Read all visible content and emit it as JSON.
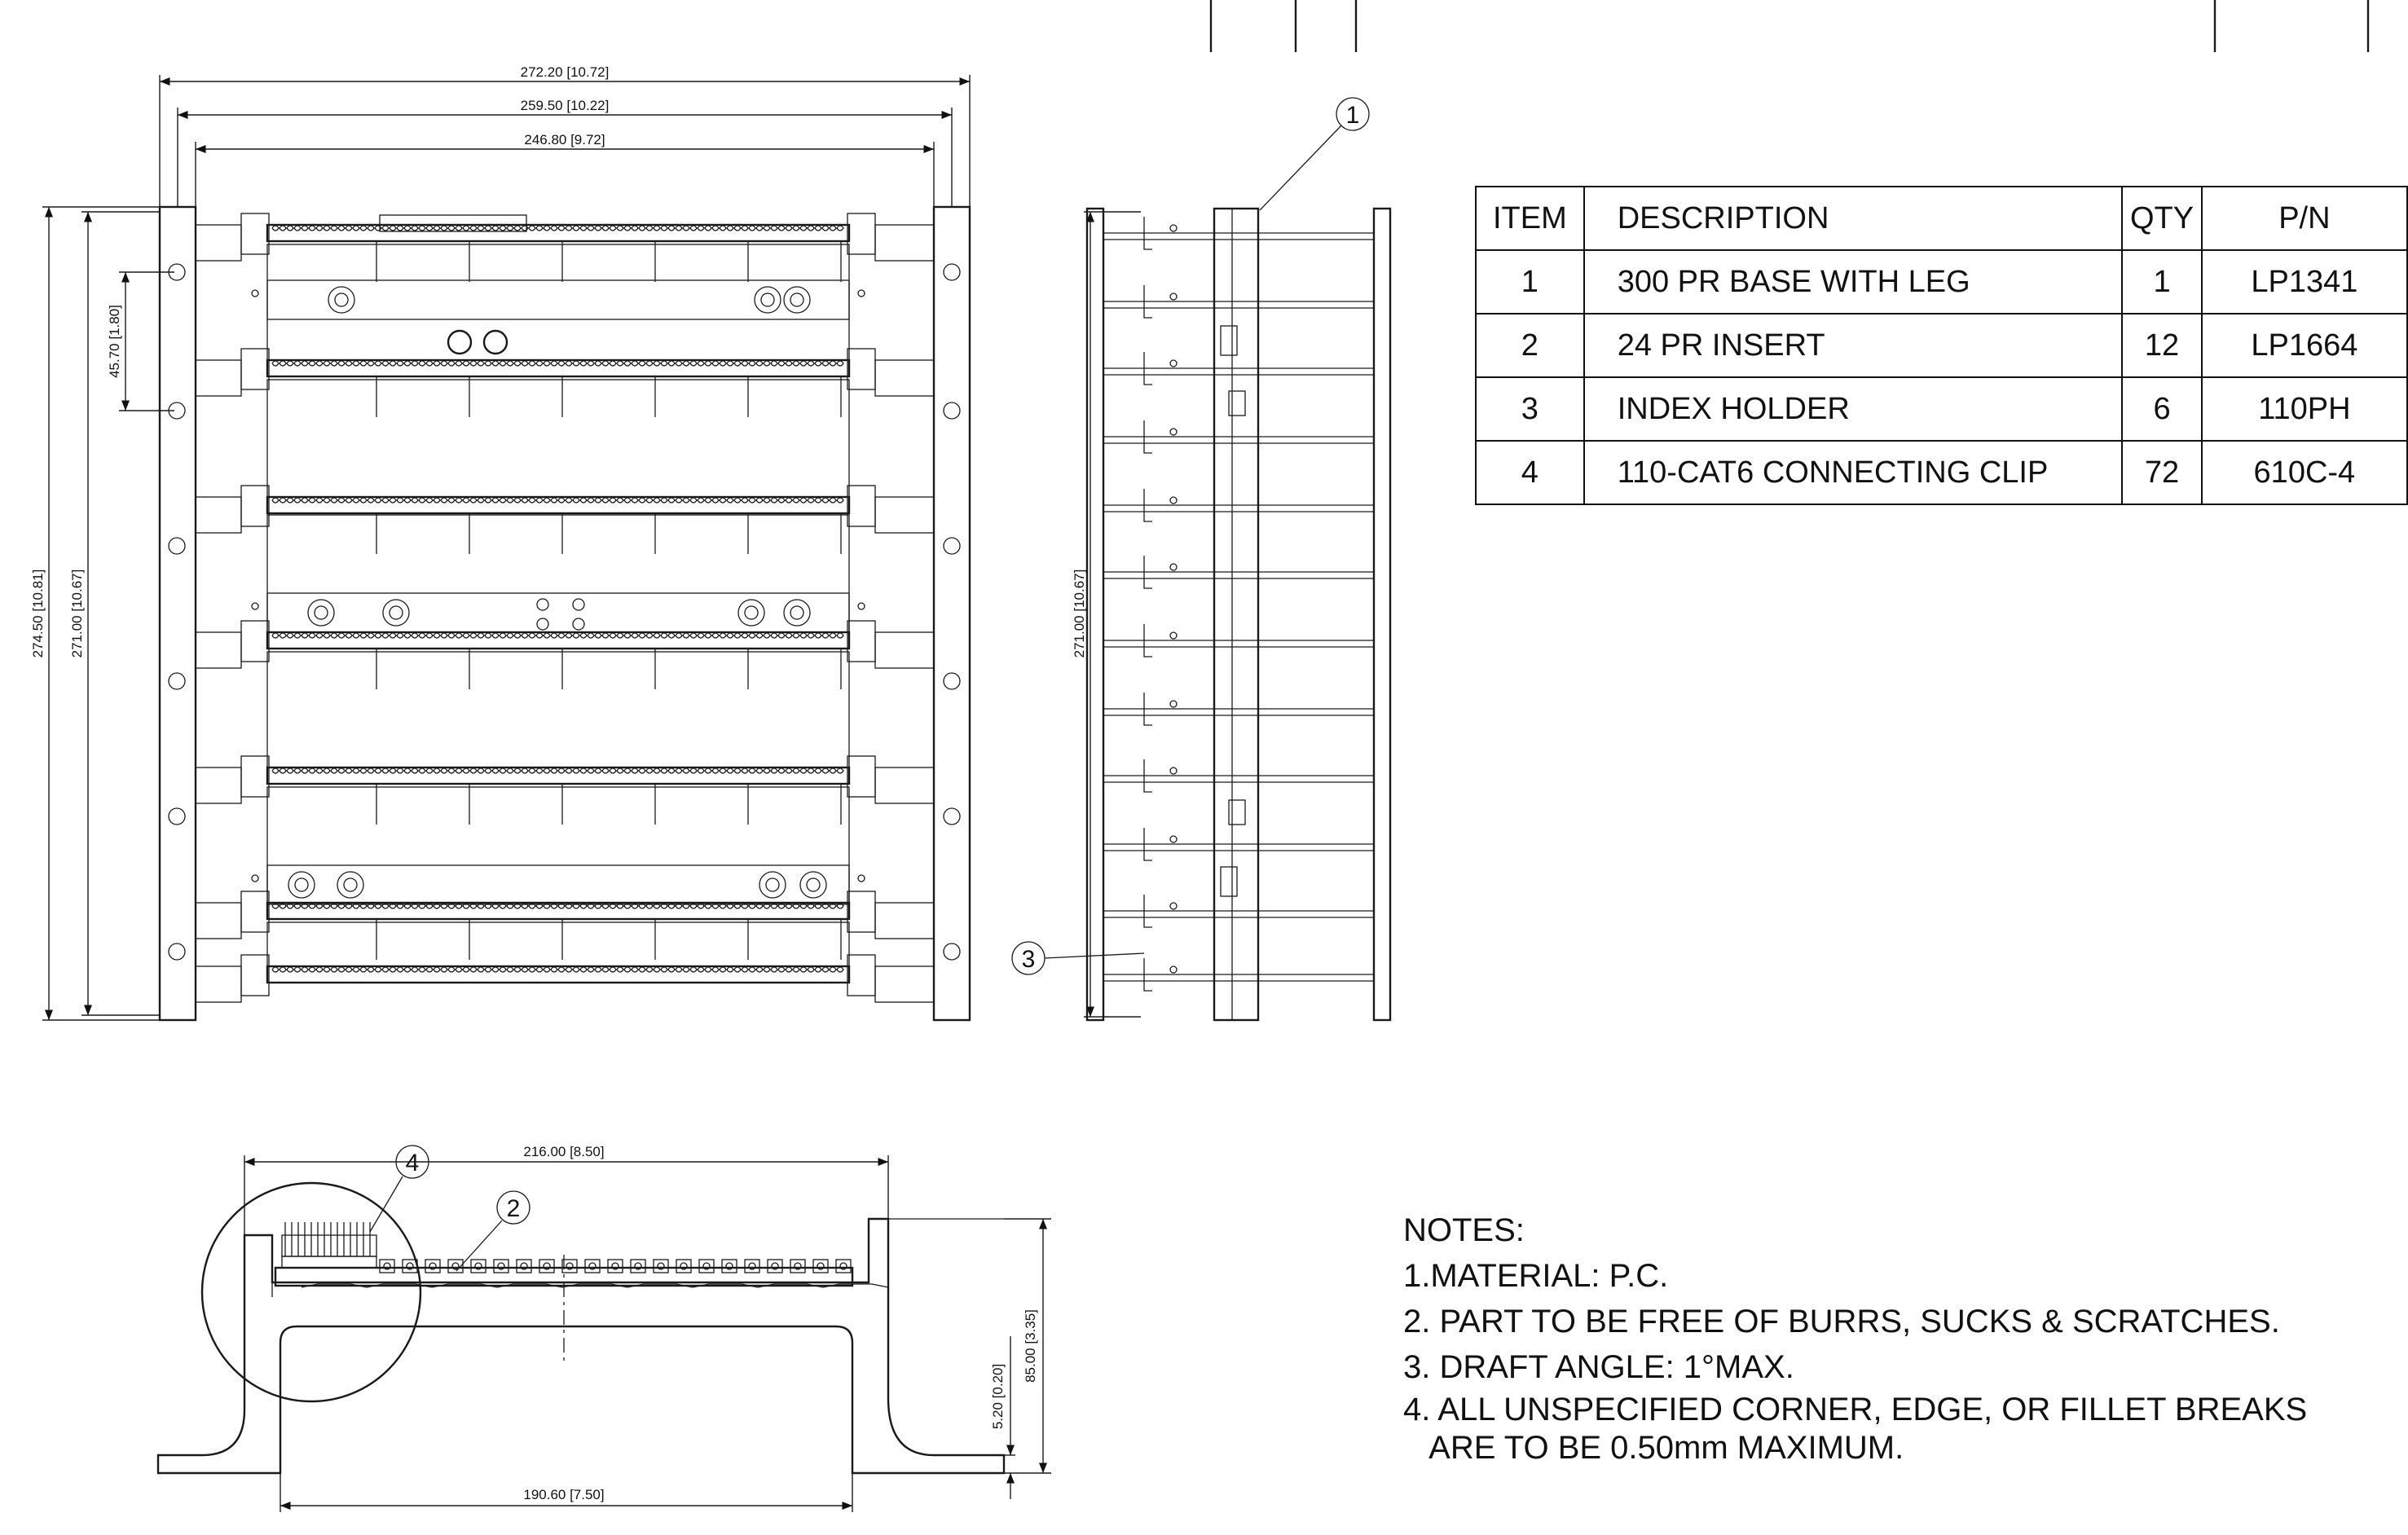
{
  "front_view": {
    "dims": {
      "overall_width": "272.20 [10.72]",
      "mid_width": "259.50 [10.22]",
      "inner_width": "246.80 [9.72]",
      "overall_height": "274.50 [10.81]",
      "height": "271.00 [10.67]",
      "pitch": "45.70 [1.80]"
    }
  },
  "side_view": {
    "dims": {
      "height": "271.00 [10.67]"
    },
    "callouts": [
      "1",
      "3"
    ]
  },
  "bottom_view": {
    "dims": {
      "top_width": "216.00 [8.50]",
      "bottom_width": "190.60 [7.50]",
      "height": "85.00 [3.35]",
      "foot": "5.20 [0.20]"
    },
    "callouts": [
      "4",
      "2"
    ]
  },
  "bom": {
    "headers": {
      "item": "ITEM",
      "description": "DESCRIPTION",
      "qty": "QTY",
      "pn": "P/N"
    },
    "rows": [
      {
        "item": "1",
        "description": "300 PR BASE WITH LEG",
        "qty": "1",
        "pn": "LP1341"
      },
      {
        "item": "2",
        "description": "24 PR INSERT",
        "qty": "12",
        "pn": "LP1664"
      },
      {
        "item": "3",
        "description": "INDEX HOLDER",
        "qty": "6",
        "pn": "110PH"
      },
      {
        "item": "4",
        "description": "110-CAT6 CONNECTING CLIP",
        "qty": "72",
        "pn": "610C-4"
      }
    ]
  },
  "notes": {
    "title": "NOTES:",
    "lines": [
      "1.MATERIAL: P.C.",
      "2. PART TO BE FREE OF BURRS, SUCKS & SCRATCHES.",
      "3. DRAFT ANGLE: 1°MAX.",
      "4. ALL UNSPECIFIED CORNER, EDGE, OR FILLET BREAKS",
      "   ARE TO BE 0.50mm MAXIMUM."
    ]
  }
}
